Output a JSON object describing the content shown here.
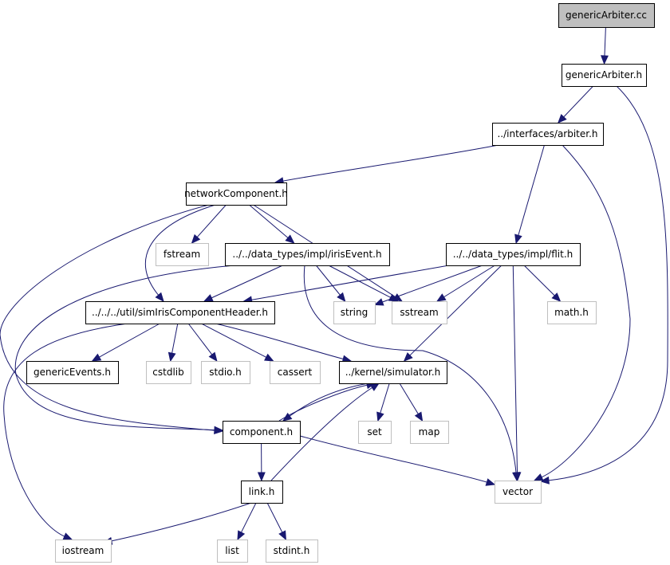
{
  "colors": {
    "edge": "#191970",
    "root_fill": "#bfbfbf",
    "box_border": "#000000",
    "system_border": "#bfbfbf",
    "background": "#ffffff"
  },
  "nodes": [
    {
      "id": "genericArbiter_cc",
      "label": "genericArbiter.cc",
      "kind": "root"
    },
    {
      "id": "genericArbiter_h",
      "label": "genericArbiter.h",
      "kind": "local"
    },
    {
      "id": "arbiter_h",
      "label": "../interfaces/arbiter.h",
      "kind": "local"
    },
    {
      "id": "networkComponent_h",
      "label": "networkComponent.h",
      "kind": "local"
    },
    {
      "id": "fstream",
      "label": "fstream",
      "kind": "system"
    },
    {
      "id": "irisEvent_h",
      "label": "../../data_types/impl/irisEvent.h",
      "kind": "local"
    },
    {
      "id": "flit_h",
      "label": "../../data_types/impl/flit.h",
      "kind": "local"
    },
    {
      "id": "simIris_h",
      "label": "../../../util/simIrisComponentHeader.h",
      "kind": "local"
    },
    {
      "id": "string",
      "label": "string",
      "kind": "system"
    },
    {
      "id": "sstream",
      "label": "sstream",
      "kind": "system"
    },
    {
      "id": "math_h",
      "label": "math.h",
      "kind": "system"
    },
    {
      "id": "genericEvents_h",
      "label": "genericEvents.h",
      "kind": "local"
    },
    {
      "id": "cstdlib",
      "label": "cstdlib",
      "kind": "system"
    },
    {
      "id": "stdio_h",
      "label": "stdio.h",
      "kind": "system"
    },
    {
      "id": "cassert",
      "label": "cassert",
      "kind": "system"
    },
    {
      "id": "simulator_h",
      "label": "../kernel/simulator.h",
      "kind": "local"
    },
    {
      "id": "component_h",
      "label": "component.h",
      "kind": "local"
    },
    {
      "id": "set",
      "label": "set",
      "kind": "system"
    },
    {
      "id": "map",
      "label": "map",
      "kind": "system"
    },
    {
      "id": "link_h",
      "label": "link.h",
      "kind": "local"
    },
    {
      "id": "vector",
      "label": "vector",
      "kind": "system"
    },
    {
      "id": "iostream",
      "label": "iostream",
      "kind": "system"
    },
    {
      "id": "list",
      "label": "list",
      "kind": "system"
    },
    {
      "id": "stdint_h",
      "label": "stdint.h",
      "kind": "system"
    }
  ],
  "edges": [
    {
      "from": "genericArbiter_cc",
      "to": "genericArbiter_h"
    },
    {
      "from": "genericArbiter_h",
      "to": "arbiter_h"
    },
    {
      "from": "genericArbiter_h",
      "to": "vector"
    },
    {
      "from": "arbiter_h",
      "to": "networkComponent_h"
    },
    {
      "from": "arbiter_h",
      "to": "flit_h"
    },
    {
      "from": "arbiter_h",
      "to": "vector"
    },
    {
      "from": "networkComponent_h",
      "to": "fstream"
    },
    {
      "from": "networkComponent_h",
      "to": "irisEvent_h"
    },
    {
      "from": "networkComponent_h",
      "to": "simIris_h"
    },
    {
      "from": "networkComponent_h",
      "to": "sstream"
    },
    {
      "from": "networkComponent_h",
      "to": "component_h"
    },
    {
      "from": "irisEvent_h",
      "to": "simIris_h"
    },
    {
      "from": "irisEvent_h",
      "to": "string"
    },
    {
      "from": "irisEvent_h",
      "to": "sstream"
    },
    {
      "from": "irisEvent_h",
      "to": "vector"
    },
    {
      "from": "irisEvent_h",
      "to": "component_h"
    },
    {
      "from": "flit_h",
      "to": "simIris_h"
    },
    {
      "from": "flit_h",
      "to": "string"
    },
    {
      "from": "flit_h",
      "to": "sstream"
    },
    {
      "from": "flit_h",
      "to": "math_h"
    },
    {
      "from": "flit_h",
      "to": "vector"
    },
    {
      "from": "flit_h",
      "to": "simulator_h"
    },
    {
      "from": "simIris_h",
      "to": "genericEvents_h"
    },
    {
      "from": "simIris_h",
      "to": "cstdlib"
    },
    {
      "from": "simIris_h",
      "to": "stdio_h"
    },
    {
      "from": "simIris_h",
      "to": "cassert"
    },
    {
      "from": "simIris_h",
      "to": "simulator_h"
    },
    {
      "from": "simIris_h",
      "to": "iostream"
    },
    {
      "from": "simulator_h",
      "to": "component_h"
    },
    {
      "from": "simulator_h",
      "to": "set"
    },
    {
      "from": "simulator_h",
      "to": "map"
    },
    {
      "from": "component_h",
      "to": "simulator_h"
    },
    {
      "from": "component_h",
      "to": "link_h"
    },
    {
      "from": "component_h",
      "to": "vector"
    },
    {
      "from": "link_h",
      "to": "simulator_h"
    },
    {
      "from": "link_h",
      "to": "iostream"
    },
    {
      "from": "link_h",
      "to": "list"
    },
    {
      "from": "link_h",
      "to": "stdint_h"
    }
  ]
}
